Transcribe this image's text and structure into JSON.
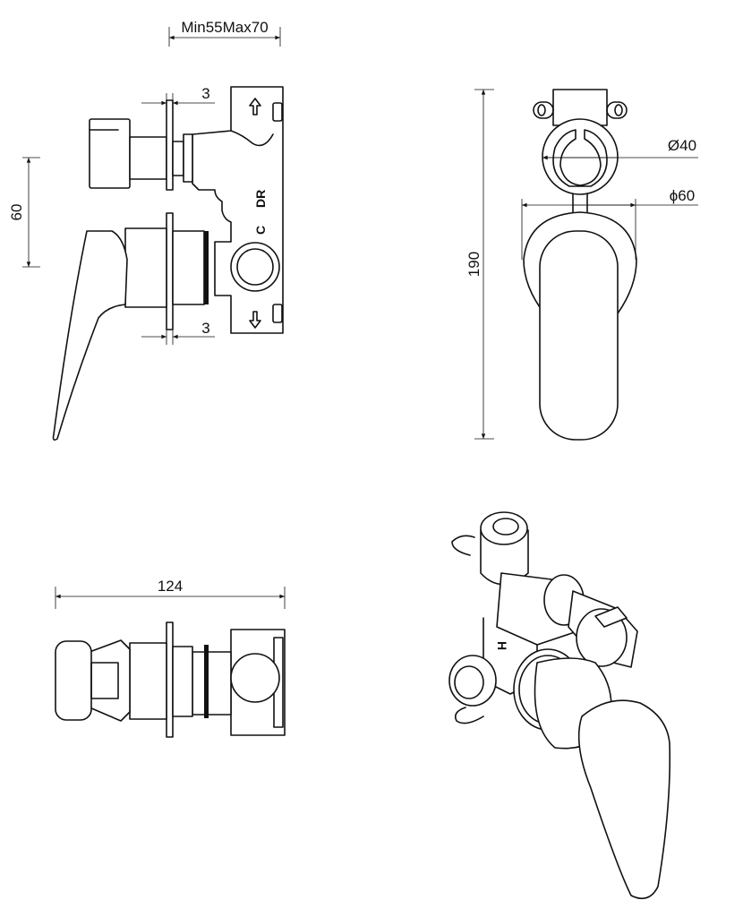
{
  "drawing": {
    "side_view": {
      "depth_dimension": "Min55Max70",
      "flange_top_dimension": "3",
      "flange_bottom_dimension": "3",
      "spindle_spacing_dimension": "60",
      "port_label_c": "C",
      "port_label_dr": "DR"
    },
    "front_view": {
      "height_dimension": "190",
      "diverter_diameter": "Ø40",
      "rosette_diameter": "ϕ60"
    },
    "top_view": {
      "length_dimension": "124"
    },
    "isometric_view": {
      "port_label_h": "H"
    }
  },
  "colors": {
    "line": "#111111",
    "background": "#ffffff"
  }
}
